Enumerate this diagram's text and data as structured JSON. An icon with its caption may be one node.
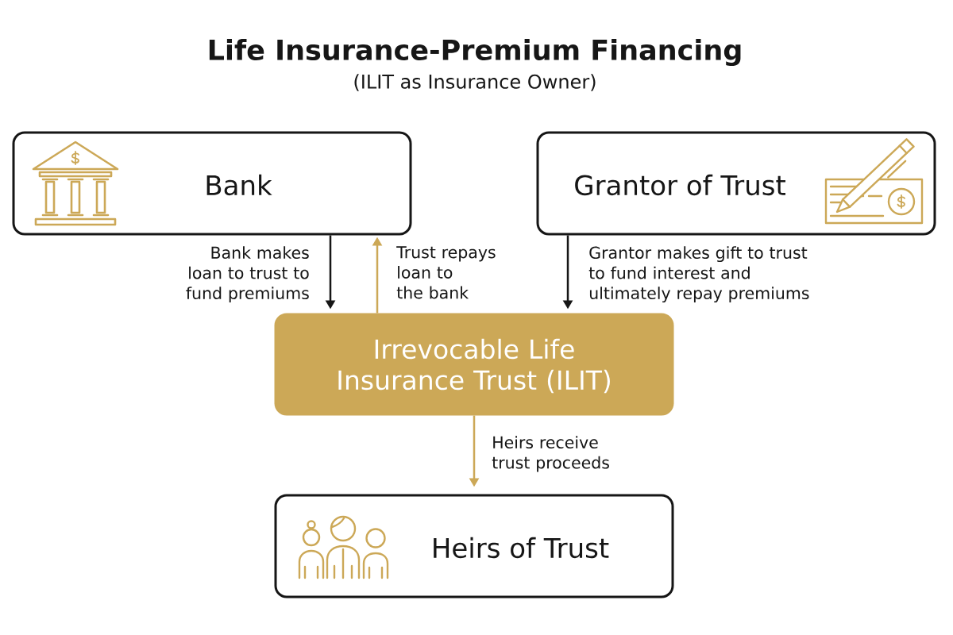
{
  "diagram": {
    "title": "Life Insurance-Premium Financing",
    "nodes": [
      {
        "text": [
          "Bank"
        ]
      },
      {
        "text": [
          "Grantor of Trust"
        ]
      },
      {
        "text": [
          "Irrevocable Life Insurance Trust (ILIT)"
        ]
      },
      {
        "text": [
          "Heirs of Trust"
        ]
      }
    ],
    "edges": [
      {
        "from": 0,
        "to": 2,
        "arrow": "to",
        "label": "Bank makes loan to trust to fund premiums"
      },
      {
        "from": 2,
        "to": 0,
        "arrow": "to",
        "label": "Trust repays loan to the bank",
        "color": "#cca857"
      },
      {
        "from": 1,
        "to": 2,
        "arrow": "to",
        "label": "Grantor makes gift to trust to fund interest and ultimately repay premiums"
      },
      {
        "from": 2,
        "to": 3,
        "arrow": "to",
        "label": "Heirs receive trust proceeds",
        "color": "#cca857"
      }
    ],
    "labels": [
      "(ILIT as Insurance Owner)"
    ]
  }
}
